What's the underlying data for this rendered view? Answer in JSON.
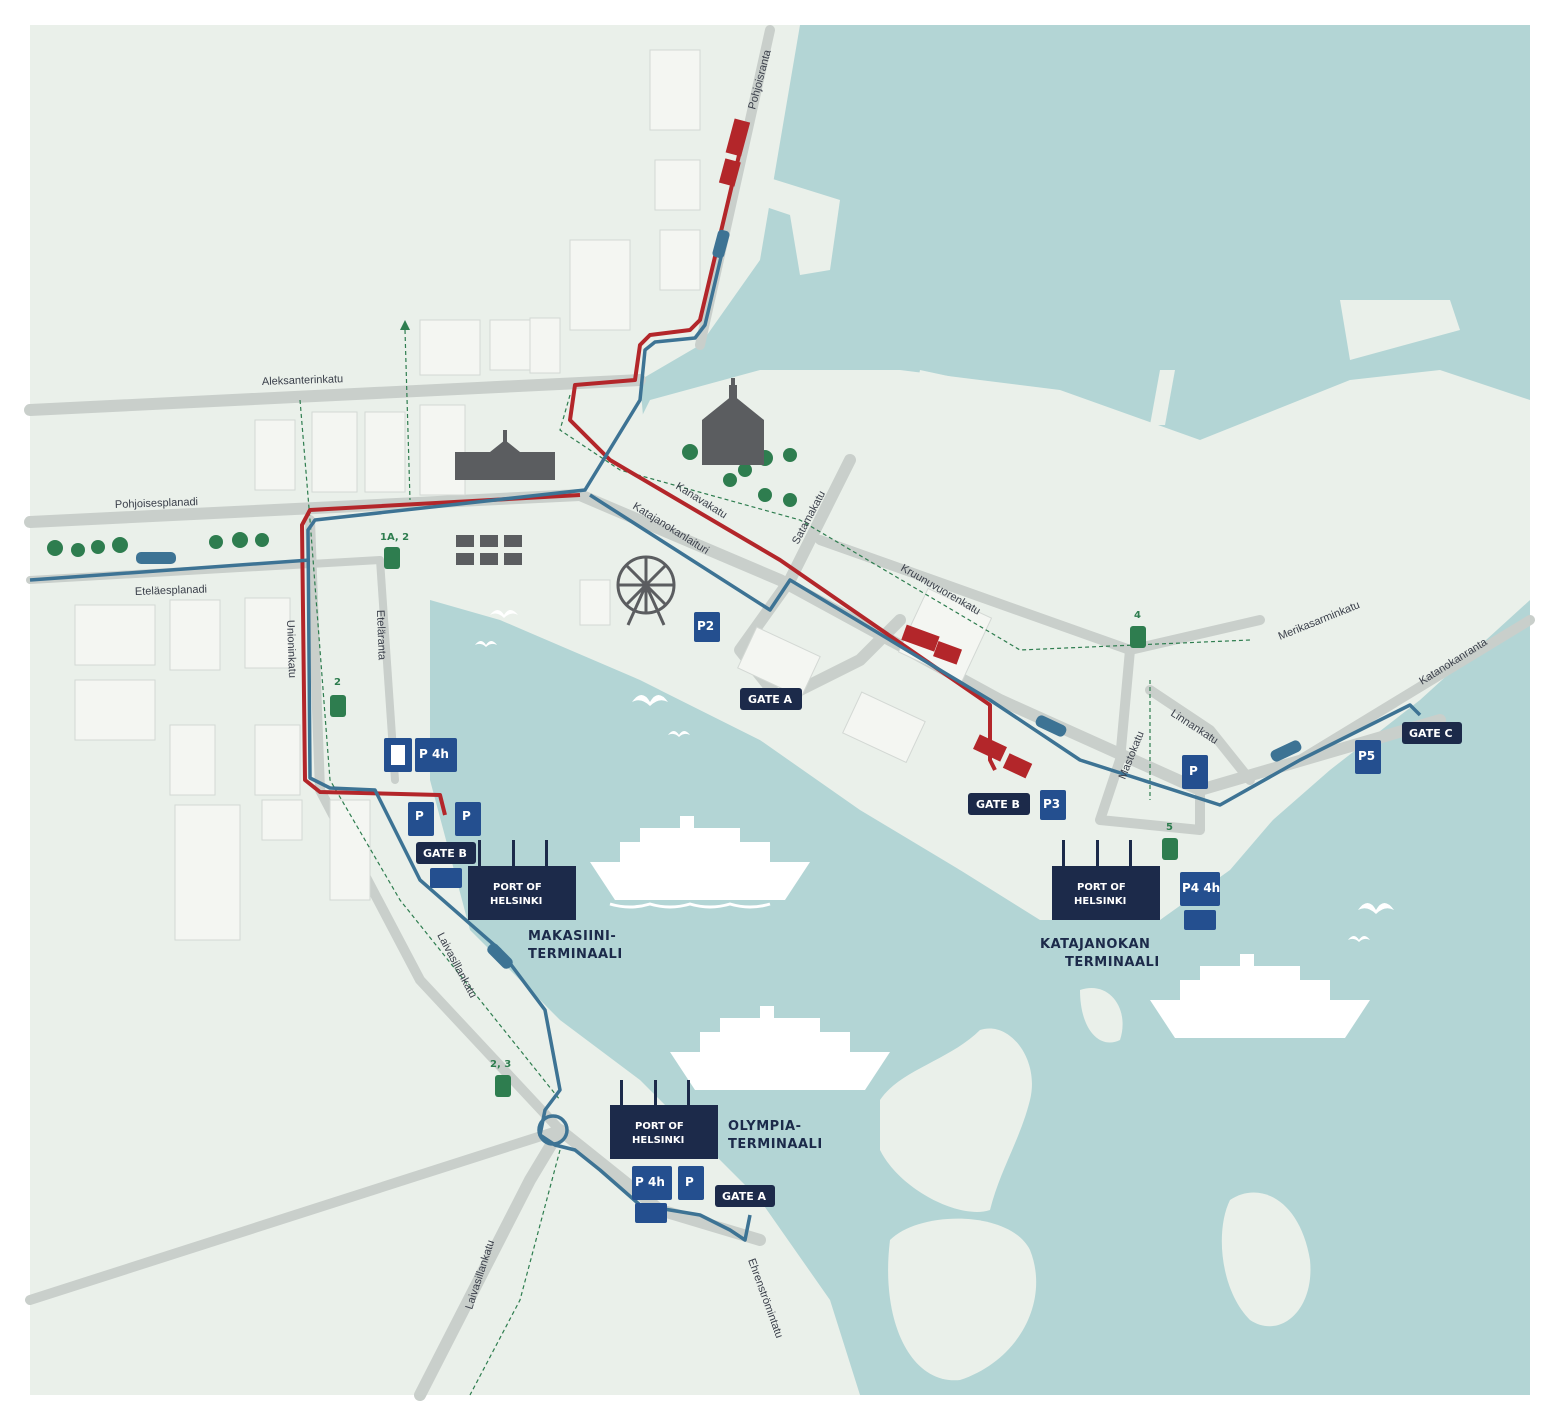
{
  "colors": {
    "land": "#eaf0ea",
    "water": "#b3d5d5",
    "building": "#f4f6f2",
    "road": "#c9cfcb",
    "route_red": "#b3262a",
    "route_blue": "#3d7394",
    "navy": "#1c2a4a",
    "blue_sign": "#244f8f",
    "tram_green": "#2e7d4f",
    "icon_gray": "#5b5d60"
  },
  "streets": {
    "pohjoisranta": "Pohjoisranta",
    "aleksanterinkatu": "Aleksanterinkatu",
    "pohjoisesplanadi": "Pohjoisesplanadi",
    "etelaesplanadi": "Eteläesplanadi",
    "unioninkatu": "Unioninkatu",
    "etelaranta": "Eteläranta",
    "kanavakatu": "Kanavakatu",
    "katajanokanlaituri": "Katajanokanlaituri",
    "satamakatu": "Satamakatu",
    "kruunuvuorenkatu": "Kruunuvuorenkatu",
    "merikasarminkatu": "Merikasarminkatu",
    "linnankatu": "Linnankatu",
    "mastokatu": "Mastokatu",
    "katanokanranta": "Katanokanranta",
    "laivasillankatu_1": "Laivasillankatu",
    "laivasillankatu_2": "Laivasillankatu",
    "ehrenstrominkatu": "Ehrenströmintatu"
  },
  "gates": {
    "gate_a_kata": "GATE A",
    "gate_b_kata": "GATE B",
    "gate_c_kata": "GATE C",
    "gate_b_maka": "GATE B",
    "gate_a_olym": "GATE A"
  },
  "terminals": {
    "makasiini_1": "MAKASIINI-",
    "makasiini_2": "TERMINAALI",
    "katajanokan_1": "KATAJANOKAN",
    "katajanokan_2": "TERMINAALI",
    "olympia_1": "OLYMPIA-",
    "olympia_2": "TERMINAALI"
  },
  "logo": {
    "line1": "PORT OF",
    "line2": "HELSINKI"
  },
  "trams": {
    "t1": "1A, 2",
    "t2": "2",
    "t3": "4",
    "t4": "5",
    "t5": "2, 3"
  },
  "parking": {
    "p": "P",
    "p2": "P2",
    "p3": "P3",
    "p4_4h": "P4 4h",
    "p5": "P5",
    "p_4h": "P 4h"
  }
}
